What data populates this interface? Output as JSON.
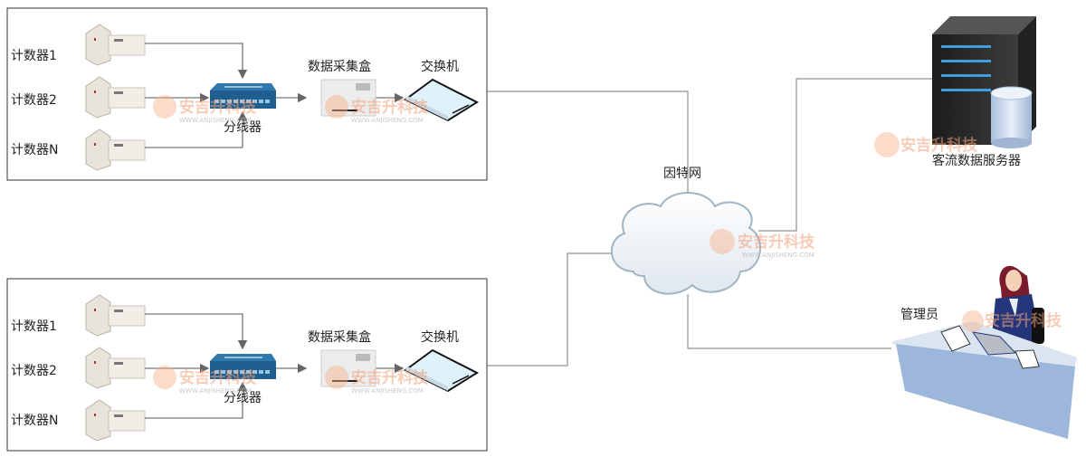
{
  "panels": [
    {
      "counters": [
        "计数器1",
        "计数器2",
        "计数器N"
      ],
      "splitter": "分线器",
      "collector": "数据采集盒",
      "switch": "交换机"
    },
    {
      "counters": [
        "计数器1",
        "计数器2",
        "计数器N"
      ],
      "splitter": "分线器",
      "collector": "数据采集盒",
      "switch": "交换机"
    }
  ],
  "internet": "因特网",
  "server": "客流数据服务器",
  "admin": "管理员",
  "watermark": {
    "name": "安吉升科技",
    "url": "WWW.ANJISHENG.COM"
  },
  "colors": {
    "line": "#555555",
    "splitter": "#1f5f8f",
    "cloud": "#e8eef3",
    "server": "#2b2b2b",
    "server_led": "#3aa0e0",
    "desk": "#9db7da"
  }
}
